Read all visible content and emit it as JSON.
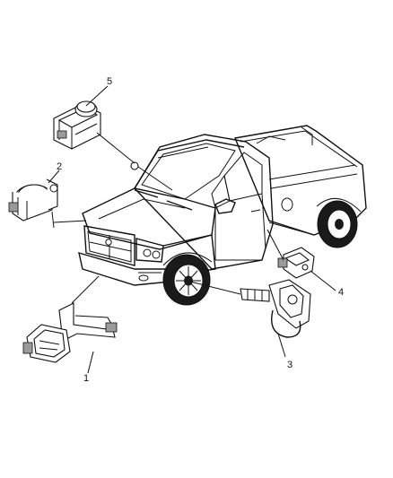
{
  "callouts": [
    {
      "id": "1",
      "label": "1"
    },
    {
      "id": "2",
      "label": "2"
    },
    {
      "id": "3",
      "label": "3"
    },
    {
      "id": "4",
      "label": "4"
    },
    {
      "id": "5",
      "label": "5"
    }
  ],
  "colors": {
    "line": "#111111",
    "background": "#ffffff",
    "shade": "#9a9a9a"
  }
}
